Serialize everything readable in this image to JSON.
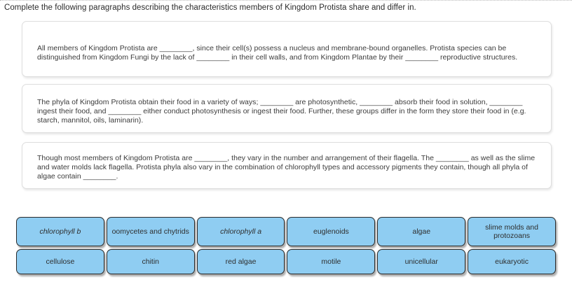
{
  "page": {
    "prompt": "Complete the following paragraphs describing the characteristics members of Kingdom Protista share and differ in."
  },
  "paragraphs": [
    {
      "id": "paragraph-1",
      "text": "All members of Kingdom Protista are ________, since their cell(s) possess a nucleus and membrane-bound organelles. Protista species can be distinguished from Kingdom Fungi by the lack of ________ in their cell walls, and from Kingdom Plantae by their ________ reproductive structures.",
      "blanks": 3
    },
    {
      "id": "paragraph-2",
      "text": "The phyla of Kingdom Protista obtain their food in a variety of ways; ________ are photosynthetic, ________ absorb their food in solution, ________ ingest their food, and ________ either conduct photosynthesis or ingest their food. Further, these groups differ in the form they store their food in (e.g. starch, mannitol, oils, laminarin).",
      "blanks": 4
    },
    {
      "id": "paragraph-3",
      "text": "Though most members of Kingdom Protista are ________, they vary in the number and arrangement of their flagella. The ________ as well as the slime and water molds lack flagella. Protista phyla also vary in the combination of chlorophyll types and accessory pigments they contain, though all phyla of algae contain ________.",
      "blanks": 3
    }
  ],
  "answer_tray": {
    "rows": [
      [
        {
          "label": "chlorophyll b",
          "italic": true
        },
        {
          "label": "oomycetes and chytrids",
          "italic": false
        },
        {
          "label": "chlorophyll a",
          "italic": true
        },
        {
          "label": "euglenoids",
          "italic": false
        },
        {
          "label": "algae",
          "italic": false
        },
        {
          "label": "slime molds and protozoans",
          "italic": false
        }
      ],
      [
        {
          "label": "cellulose",
          "italic": false
        },
        {
          "label": "chitin",
          "italic": false
        },
        {
          "label": "red algae",
          "italic": false
        },
        {
          "label": "motile",
          "italic": false
        },
        {
          "label": "unicellular",
          "italic": false
        },
        {
          "label": "eukaryotic",
          "italic": false
        }
      ]
    ]
  },
  "colors": {
    "tile_fill": "#8fcdf2",
    "tile_border": "#2a2a2a",
    "panel_border": "#dedede",
    "text": "#3b3b3b",
    "background": "#ffffff"
  }
}
